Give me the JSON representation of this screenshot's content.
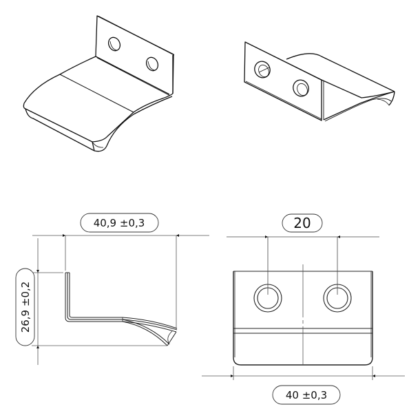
{
  "drawing": {
    "type": "technical-drawing",
    "subject": "bent sheet-metal handle bracket with two holes",
    "views": [
      {
        "name": "isometric-view-front",
        "position": "top-left"
      },
      {
        "name": "isometric-view-rear",
        "position": "top-right"
      },
      {
        "name": "side-view",
        "position": "bottom-left"
      },
      {
        "name": "front-view",
        "position": "bottom-right"
      }
    ],
    "colors": {
      "line": "#111111",
      "dim_line": "#555555",
      "background": "#ffffff"
    }
  },
  "dimensions": {
    "overall_depth": "40,9 ±0,3",
    "overall_height": "26,9 ±0,2",
    "hole_spacing": "20",
    "overall_width": "40 ±0,3"
  }
}
